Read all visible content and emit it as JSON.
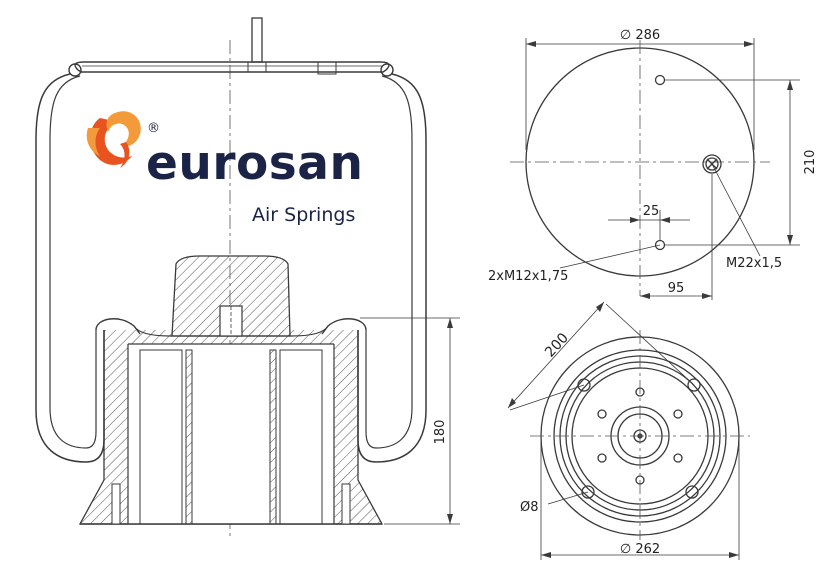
{
  "brand": {
    "name": "eurosan",
    "tagline": "Air Springs",
    "registered": "®",
    "colors": {
      "text": "#1b2447",
      "swirl_primary": "#e8531f",
      "swirl_secondary": "#f39a3b"
    }
  },
  "dimensions": {
    "top_diameter": "∅ 286",
    "hole_spacing_vertical": "210",
    "offset_small": "25",
    "offset_large": "95",
    "thread_small": "2xM12x1,75",
    "thread_large": "M22x1,5",
    "bolt_circle": "200",
    "hole_diameter": "Ø8",
    "bottom_diameter": "∅ 262",
    "height": "180"
  },
  "colors": {
    "line": "#3a3a3a",
    "fill": "#ffffff"
  }
}
